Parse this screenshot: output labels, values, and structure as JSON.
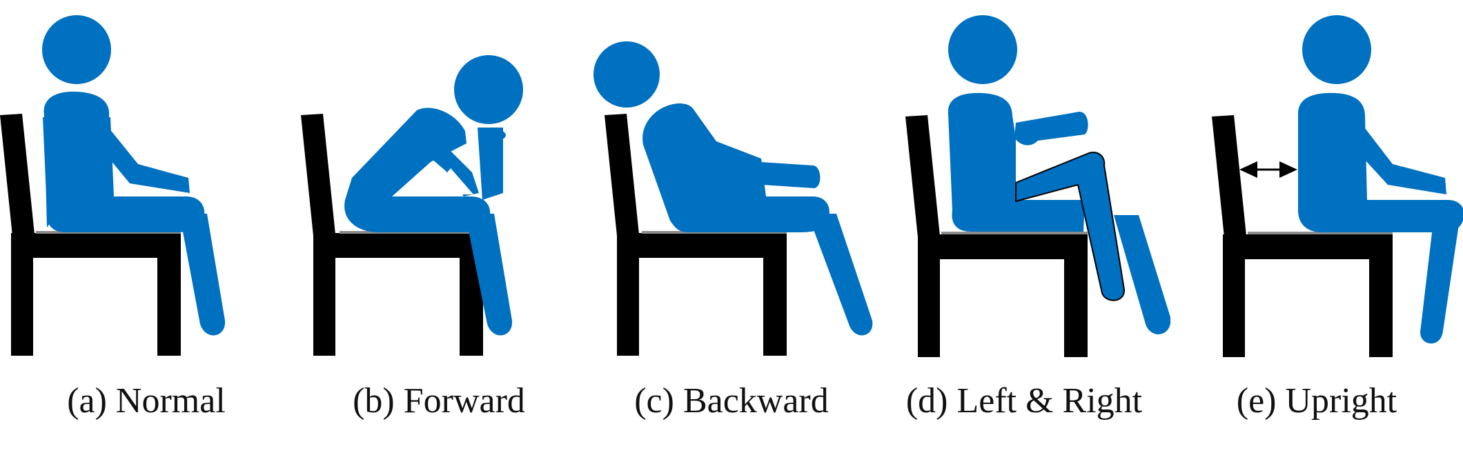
{
  "colors": {
    "figure": "#0070C0",
    "chair": "#000000",
    "seat_line": "#8c8c8c",
    "text": "#111111"
  },
  "panels": [
    {
      "id": "a",
      "caption": "(a) Normal"
    },
    {
      "id": "b",
      "caption": "(b) Forward"
    },
    {
      "id": "c",
      "caption": "(c) Backward"
    },
    {
      "id": "d",
      "caption": "(d) Left & Right"
    },
    {
      "id": "e",
      "caption": "(e) Upright"
    }
  ]
}
